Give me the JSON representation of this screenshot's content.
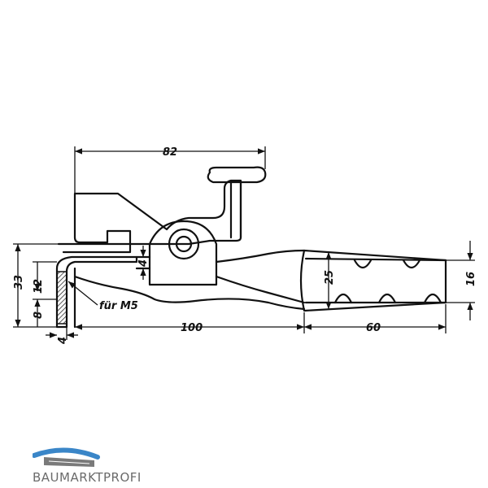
{
  "drawing": {
    "dims": {
      "d82": "82",
      "d100": "100",
      "d60": "60",
      "d33": "33",
      "d12": "12",
      "d8": "8",
      "d4a": "4",
      "d4b": "4",
      "d25": "25",
      "d16": "16"
    },
    "note": "für M5"
  },
  "logo": {
    "text": "BAUMARKTPROFI",
    "colors": {
      "blue": "#3a86c8",
      "gray": "#7a7a7a"
    }
  }
}
